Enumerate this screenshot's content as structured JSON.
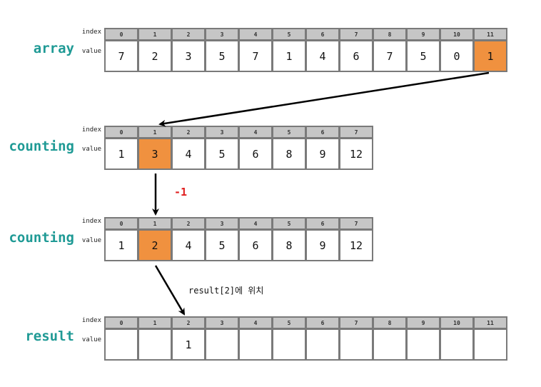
{
  "side_labels": {
    "index": "index",
    "value": "value"
  },
  "highlight_color": "#f0913f",
  "arrays": [
    {
      "name": "array",
      "indices": [
        "0",
        "1",
        "2",
        "3",
        "4",
        "5",
        "6",
        "7",
        "8",
        "9",
        "10",
        "11"
      ],
      "values": [
        "7",
        "2",
        "3",
        "5",
        "7",
        "1",
        "4",
        "6",
        "7",
        "5",
        "0",
        "1"
      ],
      "highlight": 11
    },
    {
      "name": "counting",
      "indices": [
        "0",
        "1",
        "2",
        "3",
        "4",
        "5",
        "6",
        "7"
      ],
      "values": [
        "1",
        "3",
        "4",
        "5",
        "6",
        "8",
        "9",
        "12"
      ],
      "highlight": 1
    },
    {
      "name": "counting",
      "indices": [
        "0",
        "1",
        "2",
        "3",
        "4",
        "5",
        "6",
        "7"
      ],
      "values": [
        "1",
        "2",
        "4",
        "5",
        "6",
        "8",
        "9",
        "12"
      ],
      "highlight": 1
    },
    {
      "name": "result",
      "indices": [
        "0",
        "1",
        "2",
        "3",
        "4",
        "5",
        "6",
        "7",
        "8",
        "9",
        "10",
        "11"
      ],
      "values": [
        "",
        "",
        "1",
        "",
        "",
        "",
        "",
        "",
        "",
        "",
        "",
        ""
      ],
      "highlight": -1
    }
  ],
  "annotations": {
    "decrement": "-1",
    "placement": "result[2]에 위치"
  }
}
